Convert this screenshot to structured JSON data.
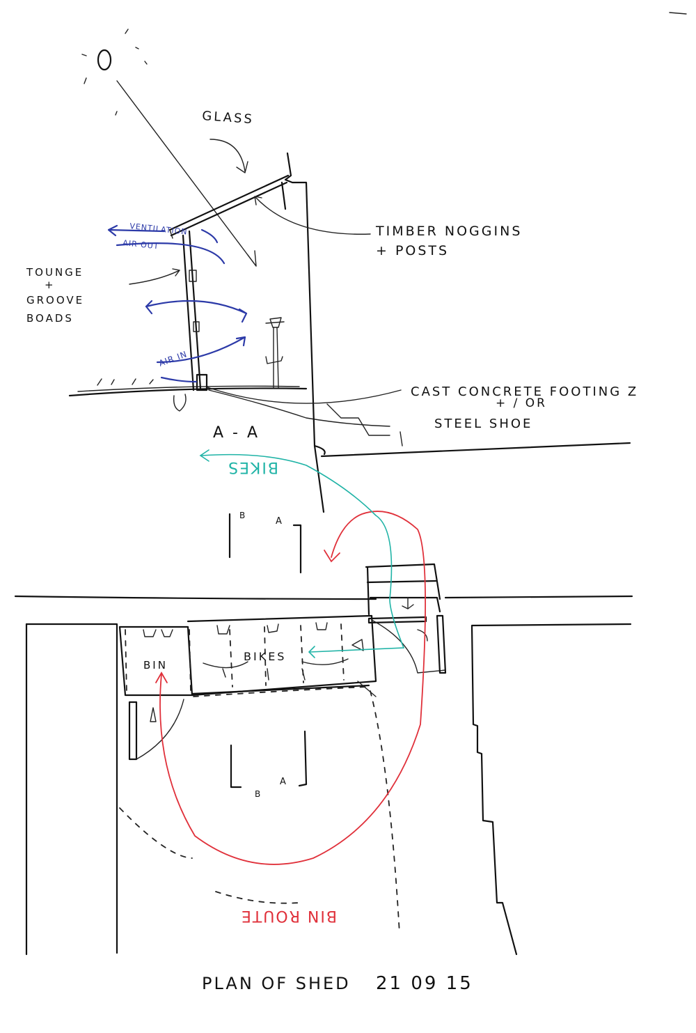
{
  "labels": {
    "glass": "GLASS",
    "timber_line1": "TIMBER NOGGINS",
    "timber_line2": "+ POSTS",
    "tongue_line1": "TOUNGE",
    "tongue_line2": "+",
    "tongue_line3": "GROOVE",
    "tongue_line4": "BOADS",
    "vent_out": "VENTILATION",
    "air_out": "AIR OUT",
    "air_in": "AIR IN",
    "footing_line1": "CAST CONCRETE FOOTING Z",
    "footing_line2": "+ / OR",
    "footing_line3": "STEEL SHOE",
    "section_aa": "A - A",
    "bikes_route": "BIKES",
    "section_ba_top_b": "B",
    "section_ba_top_a": "A",
    "bin": "BIN",
    "bikes": "BIKES",
    "section_ba_bottom_b": "B",
    "section_ba_bottom_a": "A",
    "bin_route": "BIN ROUTE",
    "title": "PLAN OF SHED",
    "date": "21 09 15"
  },
  "colors": {
    "ink": "#111111",
    "blue": "#2c3aa8",
    "red": "#e0303a",
    "teal": "#1fb3a6"
  }
}
